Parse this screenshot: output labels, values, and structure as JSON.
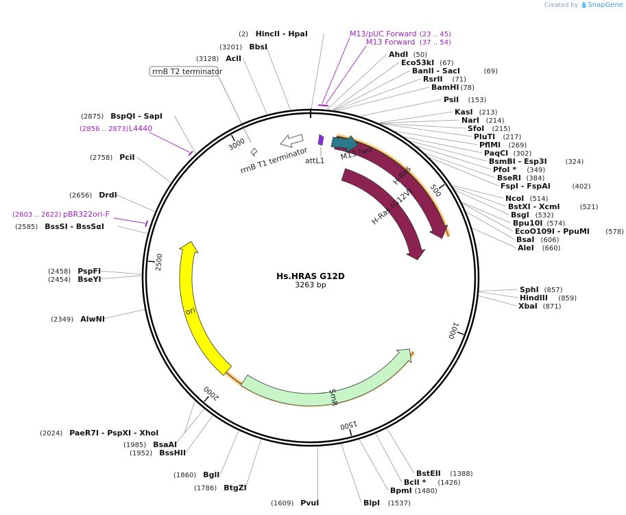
{
  "branding": {
    "created_by": "Created by",
    "app": "SnapGene"
  },
  "plasmid": {
    "name": "Hs.HRAS G12D",
    "length_label": "3263 bp",
    "total_bp": 3263
  },
  "ticks": [
    "500",
    "1000",
    "1500",
    "2000",
    "2500",
    "3000"
  ],
  "enzymes": [
    {
      "id": "hincii",
      "bp": 2,
      "pos": "(2)",
      "name": "HincII   - HpaI"
    },
    {
      "id": "bbsi",
      "bp": 3201,
      "pos": "(3201)",
      "name": "BbsI"
    },
    {
      "id": "acli",
      "bp": 3128,
      "pos": "(3128)",
      "name": "AclI"
    },
    {
      "id": "ahdi",
      "bp": 50,
      "pos": "(50)",
      "name": "AhdI"
    },
    {
      "id": "eco53ki",
      "bp": 67,
      "pos": "(67)",
      "name": "Eco53kI"
    },
    {
      "id": "banii",
      "bp": 69,
      "pos": "(69)",
      "name": "BanII   - SacI"
    },
    {
      "id": "rsrii",
      "bp": 71,
      "pos": "(71)",
      "name": "RsrII"
    },
    {
      "id": "bamhi",
      "bp": 78,
      "pos": "(78)",
      "name": "BamHI"
    },
    {
      "id": "psii",
      "bp": 153,
      "pos": "(153)",
      "name": "PsiI"
    },
    {
      "id": "kasi",
      "bp": 213,
      "pos": "(213)",
      "name": "KasI"
    },
    {
      "id": "nari",
      "bp": 214,
      "pos": "(214)",
      "name": "NarI"
    },
    {
      "id": "sfoi",
      "bp": 215,
      "pos": "(215)",
      "name": "SfoI"
    },
    {
      "id": "pluti",
      "bp": 217,
      "pos": "(217)",
      "name": "PluTI"
    },
    {
      "id": "pflmi",
      "bp": 269,
      "pos": "(269)",
      "name": "PflMI"
    },
    {
      "id": "paqci",
      "bp": 302,
      "pos": "(302)",
      "name": "PaqCI"
    },
    {
      "id": "bsmbi",
      "bp": 324,
      "pos": "(324)",
      "name": "BsmBI   - Esp3I"
    },
    {
      "id": "pfoi",
      "bp": 349,
      "pos": "(349)",
      "name": "PfoI *"
    },
    {
      "id": "bseri",
      "bp": 384,
      "pos": "(384)",
      "name": "BseRI"
    },
    {
      "id": "fspi",
      "bp": 402,
      "pos": "(402)",
      "name": "FspI   - FspAI"
    },
    {
      "id": "ncoi",
      "bp": 514,
      "pos": "(514)",
      "name": "NcoI"
    },
    {
      "id": "bstxi",
      "bp": 521,
      "pos": "(521)",
      "name": "BstXI   - XcmI"
    },
    {
      "id": "bsgi",
      "bp": 532,
      "pos": "(532)",
      "name": "BsgI"
    },
    {
      "id": "bpu10i",
      "bp": 574,
      "pos": "(574)",
      "name": "Bpu10I"
    },
    {
      "id": "eco0109i",
      "bp": 578,
      "pos": "(578)",
      "name": "EcoO109I   - PpuMI"
    },
    {
      "id": "bsai",
      "bp": 606,
      "pos": "(606)",
      "name": "BsaI"
    },
    {
      "id": "alei",
      "bp": 660,
      "pos": "(660)",
      "name": "AleI"
    },
    {
      "id": "sphi",
      "bp": 857,
      "pos": "(857)",
      "name": "SphI"
    },
    {
      "id": "hindiii",
      "bp": 859,
      "pos": "(859)",
      "name": "HindIII"
    },
    {
      "id": "xbai",
      "bp": 871,
      "pos": "(871)",
      "name": "XbaI"
    },
    {
      "id": "bsteii",
      "bp": 1388,
      "pos": "(1388)",
      "name": "BstEII"
    },
    {
      "id": "bcli",
      "bp": 1426,
      "pos": "(1426)",
      "name": "BclI *"
    },
    {
      "id": "bpmi",
      "bp": 1480,
      "pos": "(1480)",
      "name": "BpmI"
    },
    {
      "id": "blpi",
      "bp": 1537,
      "pos": "(1537)",
      "name": "BlpI"
    },
    {
      "id": "pvui",
      "bp": 1609,
      "pos": "(1609)",
      "name": "PvuI"
    },
    {
      "id": "btgzi",
      "bp": 1786,
      "pos": "(1786)",
      "name": "BtgZI"
    },
    {
      "id": "bgli",
      "bp": 1860,
      "pos": "(1860)",
      "name": "BglI"
    },
    {
      "id": "bsshii",
      "bp": 1952,
      "pos": "(1952)",
      "name": "BssHII"
    },
    {
      "id": "bsaai",
      "bp": 1985,
      "pos": "(1985)",
      "name": "BsaAI"
    },
    {
      "id": "paer7i",
      "bp": 2024,
      "pos": "(2024)",
      "name": "PaeR7I   - PspXI   - XhoI"
    },
    {
      "id": "alwni",
      "bp": 2349,
      "pos": "(2349)",
      "name": "AlwNI"
    },
    {
      "id": "bseyi",
      "bp": 2454,
      "pos": "(2454)",
      "name": "BseYI"
    },
    {
      "id": "pspfi",
      "bp": 2458,
      "pos": "(2458)",
      "name": "PspFI"
    },
    {
      "id": "bsssi",
      "bp": 2585,
      "pos": "(2585)",
      "name": "BssSI   - BssSαI"
    },
    {
      "id": "drdi",
      "bp": 2656,
      "pos": "(2656)",
      "name": "DrdI"
    },
    {
      "id": "pcii",
      "bp": 2758,
      "pos": "(2758)",
      "name": "PciI"
    },
    {
      "id": "bspqi",
      "bp": 2875,
      "pos": "(2875)",
      "name": "BspQI   - SapI"
    }
  ],
  "primers": [
    {
      "id": "m13puc",
      "name": "M13/pUC Forward",
      "range": "(23 .. 45)",
      "start": 23,
      "end": 45
    },
    {
      "id": "m13fwd",
      "name": "M13 Forward",
      "range": "(37 .. 54)",
      "start": 37,
      "end": 54
    },
    {
      "id": "l4440",
      "name": "L4440",
      "range": "(2856 .. 2873)",
      "start": 2856,
      "end": 2873
    },
    {
      "id": "pbr322",
      "name": "pBR322ori-F",
      "range": "(2603 .. 2622)",
      "start": 2603,
      "end": 2622
    }
  ],
  "features": [
    {
      "id": "hras",
      "name": "H-Ras",
      "color": "#8b2252",
      "start": 95,
      "end": 665,
      "dir": "cw"
    },
    {
      "id": "hras-g12v",
      "name": "H-Ras (G12V)",
      "color": "#8b2252",
      "start": 160,
      "end": 730,
      "dir": "cw"
    },
    {
      "id": "smr",
      "name": "SmR",
      "color": "#c8f5c8",
      "start": 1930,
      "end": 1140,
      "dir": "ccw"
    },
    {
      "id": "ori",
      "name": "ori",
      "color": "#ffff00",
      "start": 2010,
      "end": 2600,
      "dir": "cw"
    },
    {
      "id": "attl1",
      "name": "attL1",
      "color": "#2a7a8a"
    },
    {
      "id": "m13fwd-feat",
      "name": "M13 fwd",
      "color": "#8a2be2"
    },
    {
      "id": "rrnb-t1",
      "name": "rrnB T1 terminator",
      "color": "#ffffff"
    },
    {
      "id": "rrnb-t2",
      "name": "rrnB T2 terminator",
      "color": "#ffffff"
    }
  ],
  "colors": {
    "backbone": "#000000",
    "orf_highlight": "#f0b040",
    "primer": "#a020c0"
  }
}
